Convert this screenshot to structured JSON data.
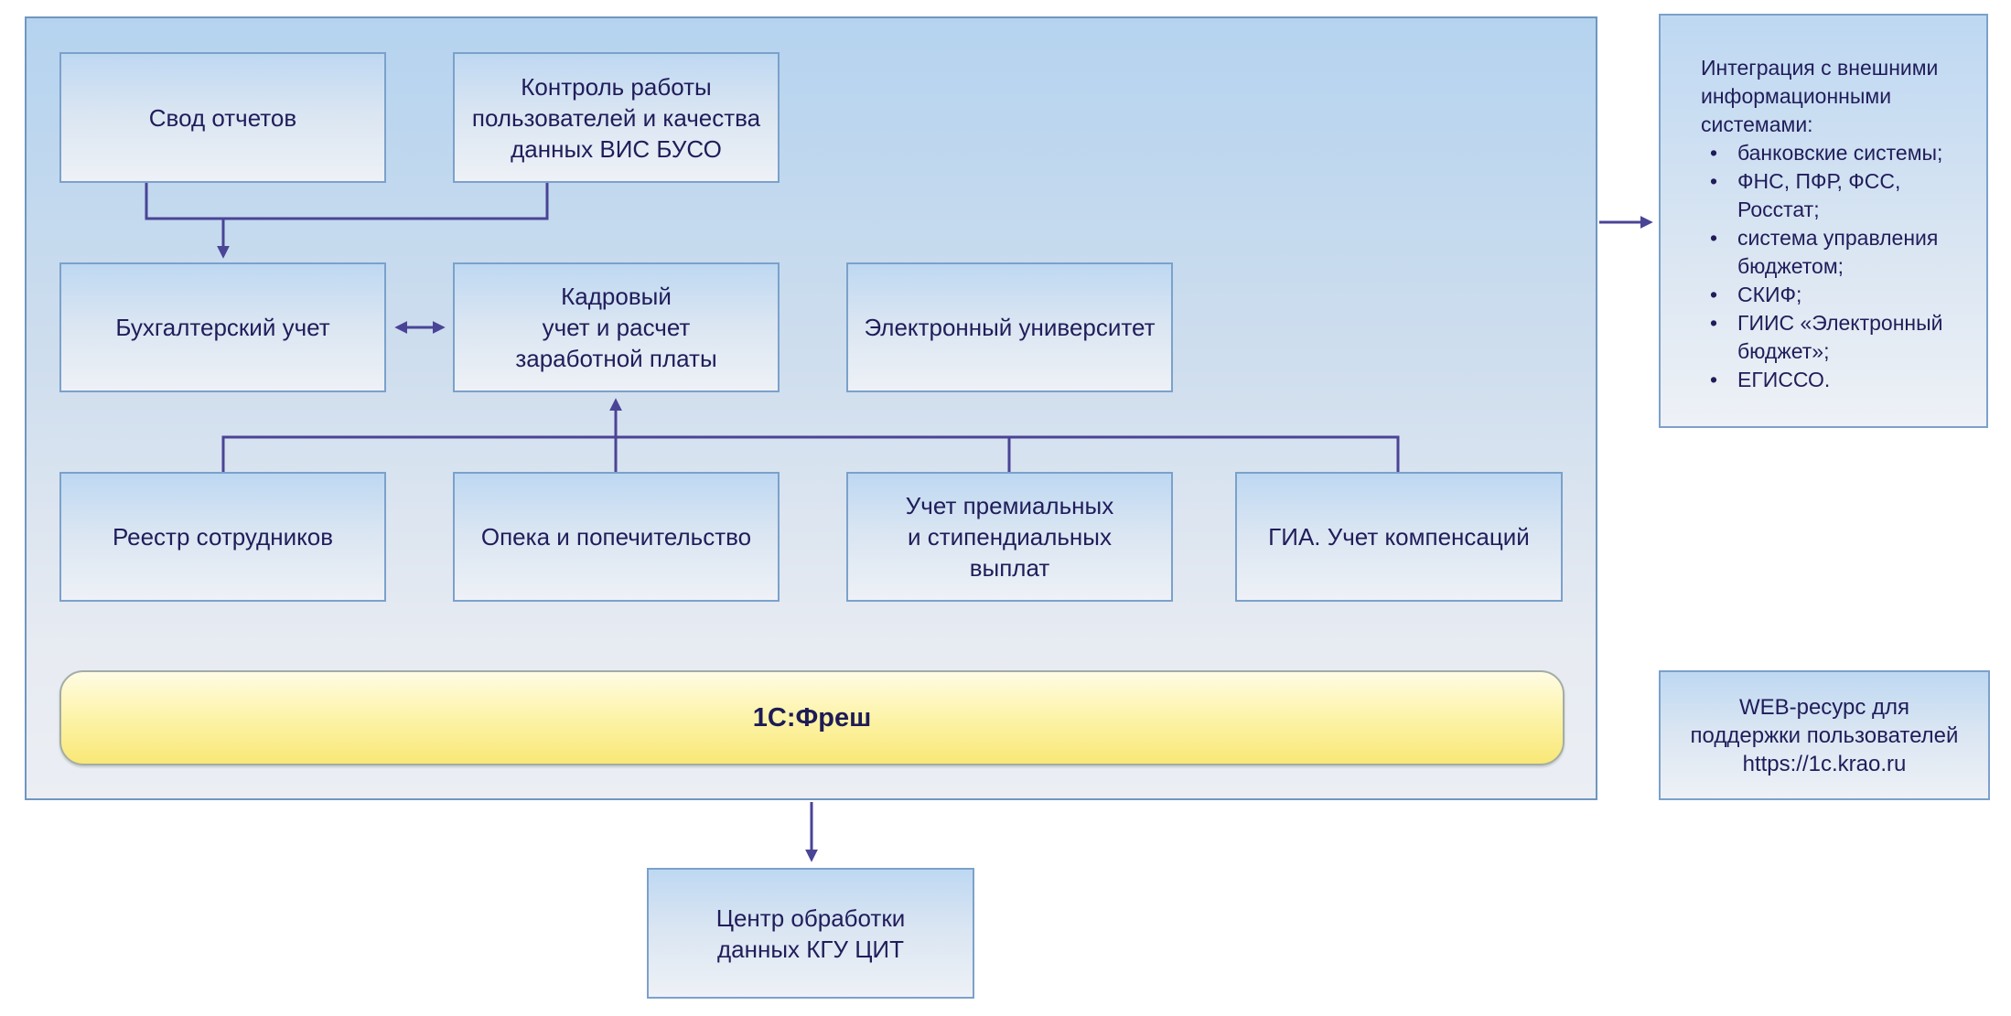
{
  "diagram": {
    "nodes": {
      "svod": "Свод отчетов",
      "kontrol": "Контроль работы\nпользователей и качества\nданных ВИС БУСО",
      "buh": "Бухгалтерский учет",
      "kadr": "Кадровый\nучет и расчет\nзаработной платы",
      "elektron": "Электронный университет",
      "reestr": "Реестр сотрудников",
      "opeka": "Опека и попечительство",
      "premii": "Учет премиальных\nи стипендиальных\nвыплат",
      "gia": "ГИА. Учет компенсаций",
      "fresh": "1С:Фреш",
      "dc": "Центр обработки\nданных КГУ ЦИТ",
      "web": "WEB-ресурс для\nподдержки пользователей\nhttps://1c.krao.ru"
    },
    "integration": {
      "heading": "Интеграция с внешними информационными системами:",
      "items": [
        "банковские системы;",
        "ФНС, ПФР, ФСС, Росстат;",
        "система управления бюджетом;",
        "СКИФ;",
        "ГИИС «Электронный бюджет»;",
        "ЕГИССО."
      ]
    },
    "colors": {
      "arrow": "#4a4496",
      "node_border": "#7ba1cb",
      "container_top": "#b5d3ef",
      "container_bottom": "#ebeff4",
      "node_fill_top": "#bed8f2",
      "node_fill_bottom": "#eef1f6",
      "yellow_top": "#fffce4",
      "yellow_bottom": "#f9e876",
      "text": "#201d5a"
    }
  }
}
